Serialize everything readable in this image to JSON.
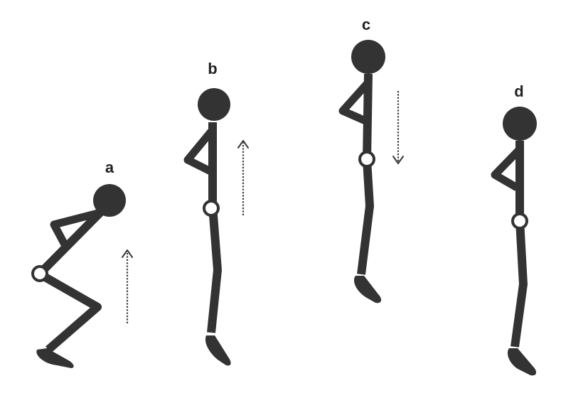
{
  "colors": {
    "figure": "#333333",
    "arrow": "#3a3a3a",
    "joint_fill": "#ffffff",
    "background": "#ffffff"
  },
  "figures": [
    {
      "label": "a",
      "phase": "squat",
      "arrow": "up"
    },
    {
      "label": "b",
      "phase": "standing",
      "arrow": "up"
    },
    {
      "label": "c",
      "phase": "airborne",
      "arrow": "down"
    },
    {
      "label": "d",
      "phase": "landing",
      "arrow": "none"
    }
  ]
}
